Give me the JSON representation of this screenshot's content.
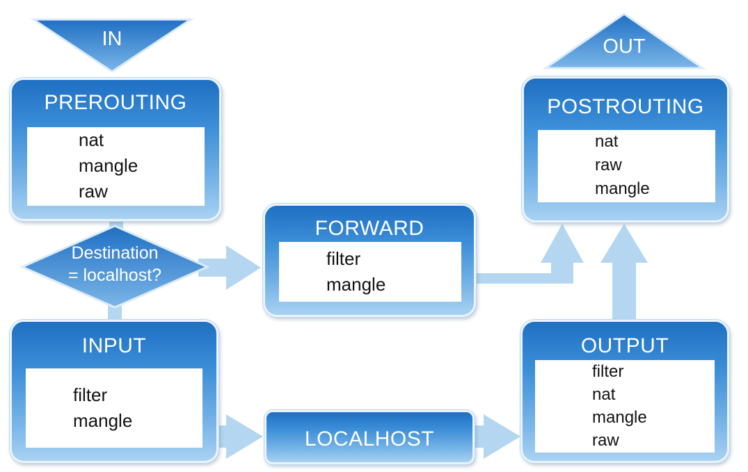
{
  "in_label": "IN",
  "out_label": "OUT",
  "decision": {
    "line1": "Destination",
    "line2": "= localhost?"
  },
  "prerouting": {
    "title": "PREROUTING",
    "tables": [
      "nat",
      "mangle",
      "raw"
    ]
  },
  "forward": {
    "title": "FORWARD",
    "tables": [
      "filter",
      "mangle"
    ]
  },
  "postrouting": {
    "title": "POSTROUTING",
    "tables": [
      "nat",
      "raw",
      "mangle"
    ]
  },
  "input": {
    "title": "INPUT",
    "tables": [
      "filter",
      "mangle"
    ]
  },
  "localhost": {
    "title": "LOCALHOST"
  },
  "output": {
    "title": "OUTPUT",
    "tables": [
      "filter",
      "nat",
      "mangle",
      "raw"
    ]
  },
  "colors": {
    "arrow": "#b5d6f0",
    "box_top": "#1f6fc3",
    "box_bottom": "#a9d2f2"
  }
}
